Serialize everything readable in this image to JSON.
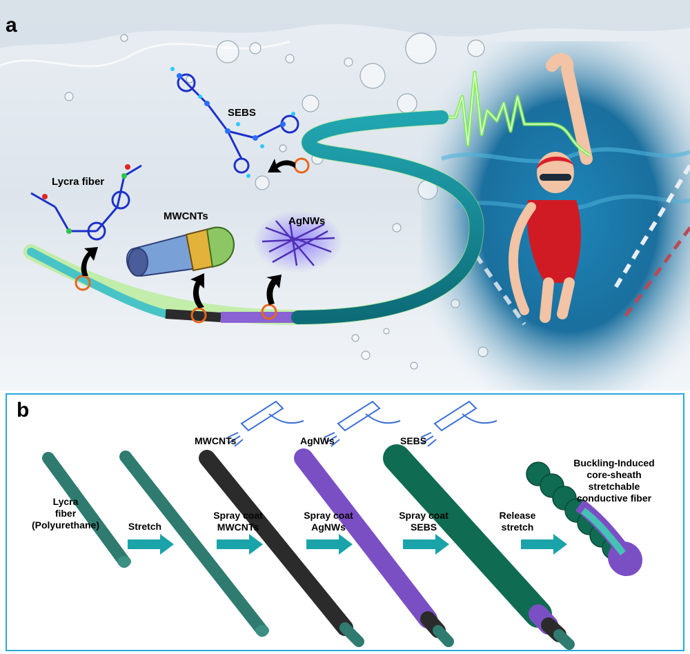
{
  "panel_a": {
    "letter": "a",
    "labels": {
      "sebs": "SEBS",
      "lycra": "Lycra fiber",
      "mwcnts": "MWCNTs",
      "agnws": "AgNWs"
    }
  },
  "panel_b": {
    "letter": "b",
    "spray_labels": [
      "MWCNTs",
      "AgNWs",
      "SEBS"
    ],
    "start_label": [
      "Lycra",
      "fiber",
      "(Polyurethane)"
    ],
    "steps": [
      [
        "Stretch"
      ],
      [
        "Spray coat",
        "MWCNTs"
      ],
      [
        "Spray coat",
        "AgNWs"
      ],
      [
        "Spray coat",
        "SEBS"
      ],
      [
        "Release",
        "stretch"
      ]
    ],
    "result_label": [
      "Buckling-Induced",
      "core-sheath",
      "stretchable",
      "conductive fiber"
    ]
  },
  "colors": {
    "fiber_teal": "#2f7b6f",
    "mwcnt_black": "#2b2b2b",
    "agnw_purple": "#7b4fc4",
    "sebs_green": "#0f6b52",
    "arrow_teal": "#1aa3a8",
    "frame_blue": "#2aa6df",
    "swim_fiber": "#138a97",
    "signal_green": "#5ee03a"
  }
}
